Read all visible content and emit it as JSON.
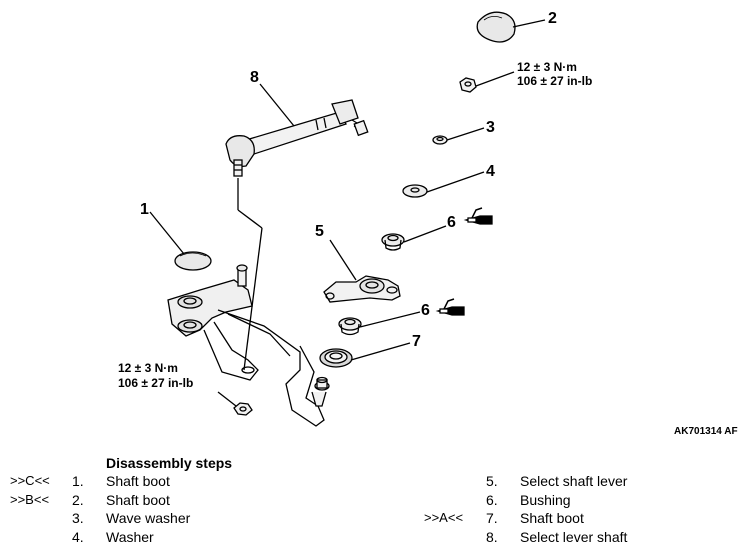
{
  "figure_id": "AK701314 AF",
  "callouts": {
    "c1": "1",
    "c2": "2",
    "c3": "3",
    "c4": "4",
    "c5": "5",
    "c6a": "6",
    "c6b": "6",
    "c7": "7",
    "c8": "8"
  },
  "torque_top": {
    "nm": "12 ± 3 N·m",
    "inlb": "106 ± 27 in-lb"
  },
  "torque_left": {
    "nm": "12 ± 3 N·m",
    "inlb": "106 ± 27 in-lb"
  },
  "disassembly": {
    "title": "Disassembly steps",
    "steps": [
      {
        "mark": ">>C<<",
        "num": "1.",
        "name": "Shaft boot"
      },
      {
        "mark": ">>B<<",
        "num": "2.",
        "name": "Shaft boot"
      },
      {
        "mark": "",
        "num": "3.",
        "name": "Wave washer"
      },
      {
        "mark": "",
        "num": "4.",
        "name": "Washer"
      },
      {
        "mark": "",
        "num": "5.",
        "name": "Select shaft lever"
      },
      {
        "mark": "",
        "num": "6.",
        "name": "Bushing"
      },
      {
        "mark": ">>A<<",
        "num": "7.",
        "name": "Shaft boot"
      },
      {
        "mark": "",
        "num": "8.",
        "name": "Select lever shaft"
      }
    ]
  },
  "icons": [
    "grease-gun-icon",
    "grease-gun-icon"
  ]
}
